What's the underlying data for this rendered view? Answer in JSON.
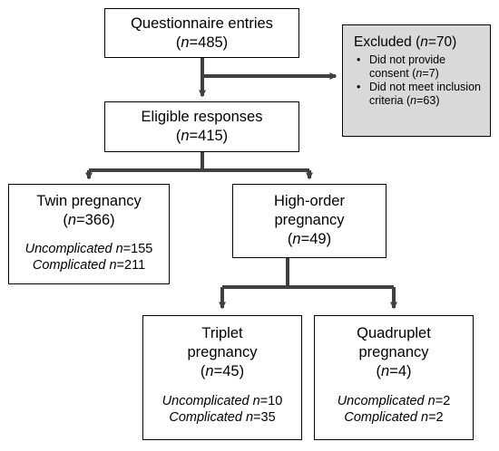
{
  "colors": {
    "line": "#404040",
    "excluded_fill": "#d9d9d9",
    "border": "#000000"
  },
  "nodes": {
    "questionnaire": {
      "title": "Questionnaire entries",
      "n": "485"
    },
    "excluded": {
      "title": "Excluded (",
      "n": "70",
      "items": [
        {
          "text": "Did not provide consent (",
          "n": "7"
        },
        {
          "text": "Did not meet inclusion criteria (",
          "n": "63"
        }
      ]
    },
    "eligible": {
      "title": "Eligible responses",
      "n": "415"
    },
    "twin": {
      "title": "Twin pregnancy",
      "n": "366",
      "uncomplicated_label": "Uncomplicated",
      "uncomplicated_n": "155",
      "complicated_label": "Complicated",
      "complicated_n": "211"
    },
    "high_order": {
      "title_line1": "High-order",
      "title_line2": "pregnancy",
      "n": "49"
    },
    "triplet": {
      "title_line1": "Triplet",
      "title_line2": "pregnancy",
      "n": "45",
      "uncomplicated_label": "Uncomplicated",
      "uncomplicated_n": "10",
      "complicated_label": "Complicated",
      "complicated_n": "35"
    },
    "quadruplet": {
      "title_line1": "Quadruplet",
      "title_line2": "pregnancy",
      "n": "4",
      "uncomplicated_label": "Uncomplicated",
      "uncomplicated_n": "2",
      "complicated_label": "Complicated",
      "complicated_n": "2"
    }
  }
}
